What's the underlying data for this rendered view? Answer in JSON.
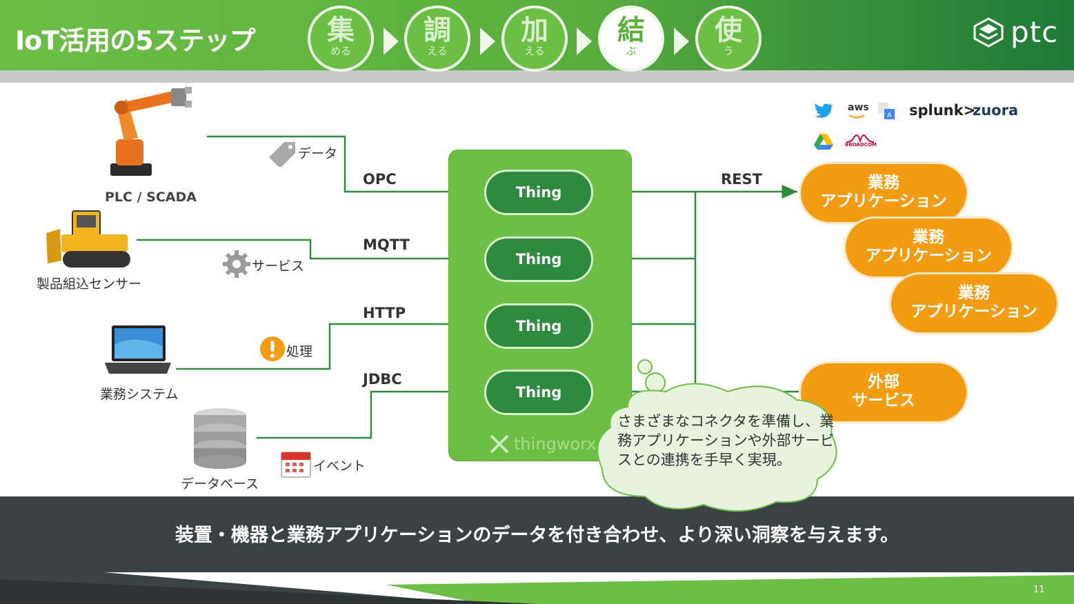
{
  "header": {
    "title": "IoT活用の5ステップ",
    "steps": [
      {
        "kanji": "集",
        "sub": "める",
        "active": false
      },
      {
        "kanji": "調",
        "sub": "える",
        "active": false
      },
      {
        "kanji": "加",
        "sub": "える",
        "active": false
      },
      {
        "kanji": "結",
        "sub": "ぶ",
        "active": true
      },
      {
        "kanji": "使",
        "sub": "う",
        "active": false
      }
    ],
    "logo_text": "ptc"
  },
  "sources": [
    {
      "label": "PLC / SCADA"
    },
    {
      "label": "製品組込センサー"
    },
    {
      "label": "業務システム"
    },
    {
      "label": "データベース"
    }
  ],
  "tags": {
    "data": "データ",
    "service": "サービス",
    "process": "処理",
    "event": "イベント"
  },
  "protocols": [
    "OPC",
    "MQTT",
    "HTTP",
    "JDBC"
  ],
  "platform": {
    "things": [
      "Thing",
      "Thing",
      "Thing",
      "Thing"
    ],
    "brand": "thingworx"
  },
  "rest_label": "REST",
  "integrations": {
    "logos": [
      "twitter-icon",
      "aws",
      "google-translate-icon",
      "splunk>",
      "zuora",
      "google-drive-icon",
      "BROADCOM"
    ],
    "aws_text": "aws",
    "splunk_text": "splunk>",
    "zuora_text": "zuora",
    "broadcom_text": "BROADCOM"
  },
  "apps": [
    {
      "line1": "業務",
      "line2": "アプリケーション"
    },
    {
      "line1": "業務",
      "line2": "アプリケーション"
    },
    {
      "line1": "業務",
      "line2": "アプリケーション"
    }
  ],
  "external": {
    "line1": "外部",
    "line2": "サービス"
  },
  "callout": "さまざまなコネクタを準備し、業務アプリケーションや外部サービスとの連携を手早く実現。",
  "footer": {
    "message": "装置・機器と業務アプリケーションのデータを付き合わせ、より深い洞察を与えます。",
    "page_number": "11"
  },
  "colors": {
    "green": "#6cbf45",
    "dark_green": "#2e8a3e",
    "orange": "#f39c12",
    "footer": "#3b4244"
  }
}
